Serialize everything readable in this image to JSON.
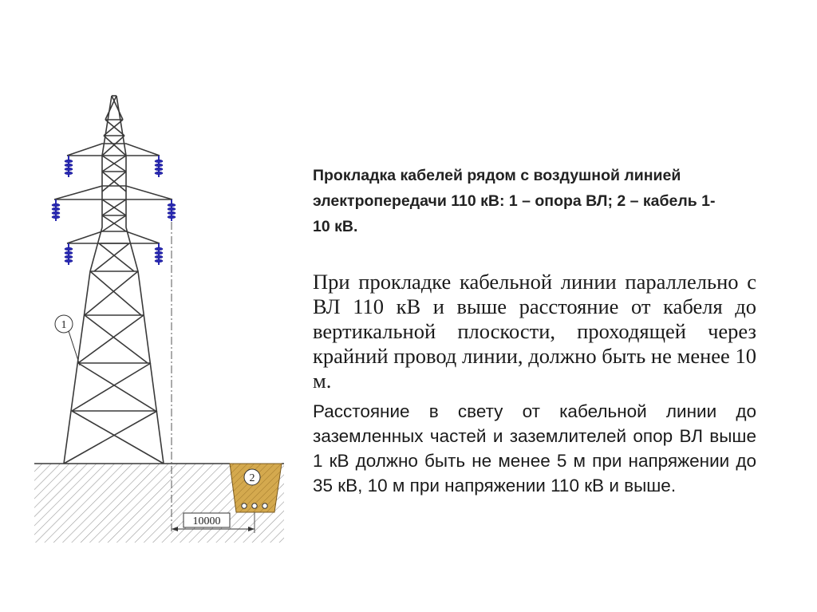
{
  "caption": "Прокладка кабелей рядом с воздушной линией электропередачи 110 кВ: 1 – опора ВЛ; 2 – кабель 1-10 кВ.",
  "paragraph_1": "При прокладке кабельной линии параллельно с ВЛ 110 кВ и выше расстояние от кабеля до вертикальной плоскости, проходящей через крайний провод линии, должно быть не менее 10 м.",
  "paragraph_2": "Расстояние в свету от кабельной линии до заземленных частей и заземлителей опор ВЛ выше 1 кВ должно быть не менее 5 м при напряжении до 35 кВ, 10 м при напряжении 110 кВ и выше.",
  "diagram": {
    "label_tower": "1",
    "label_cable": "2",
    "dimension_label": "10000"
  },
  "colors": {
    "insulator": "#2a2ab4",
    "structure": "#3a3a3a",
    "ground_hatch": "#9a9a9a",
    "trench_fill": "#c8a050"
  }
}
